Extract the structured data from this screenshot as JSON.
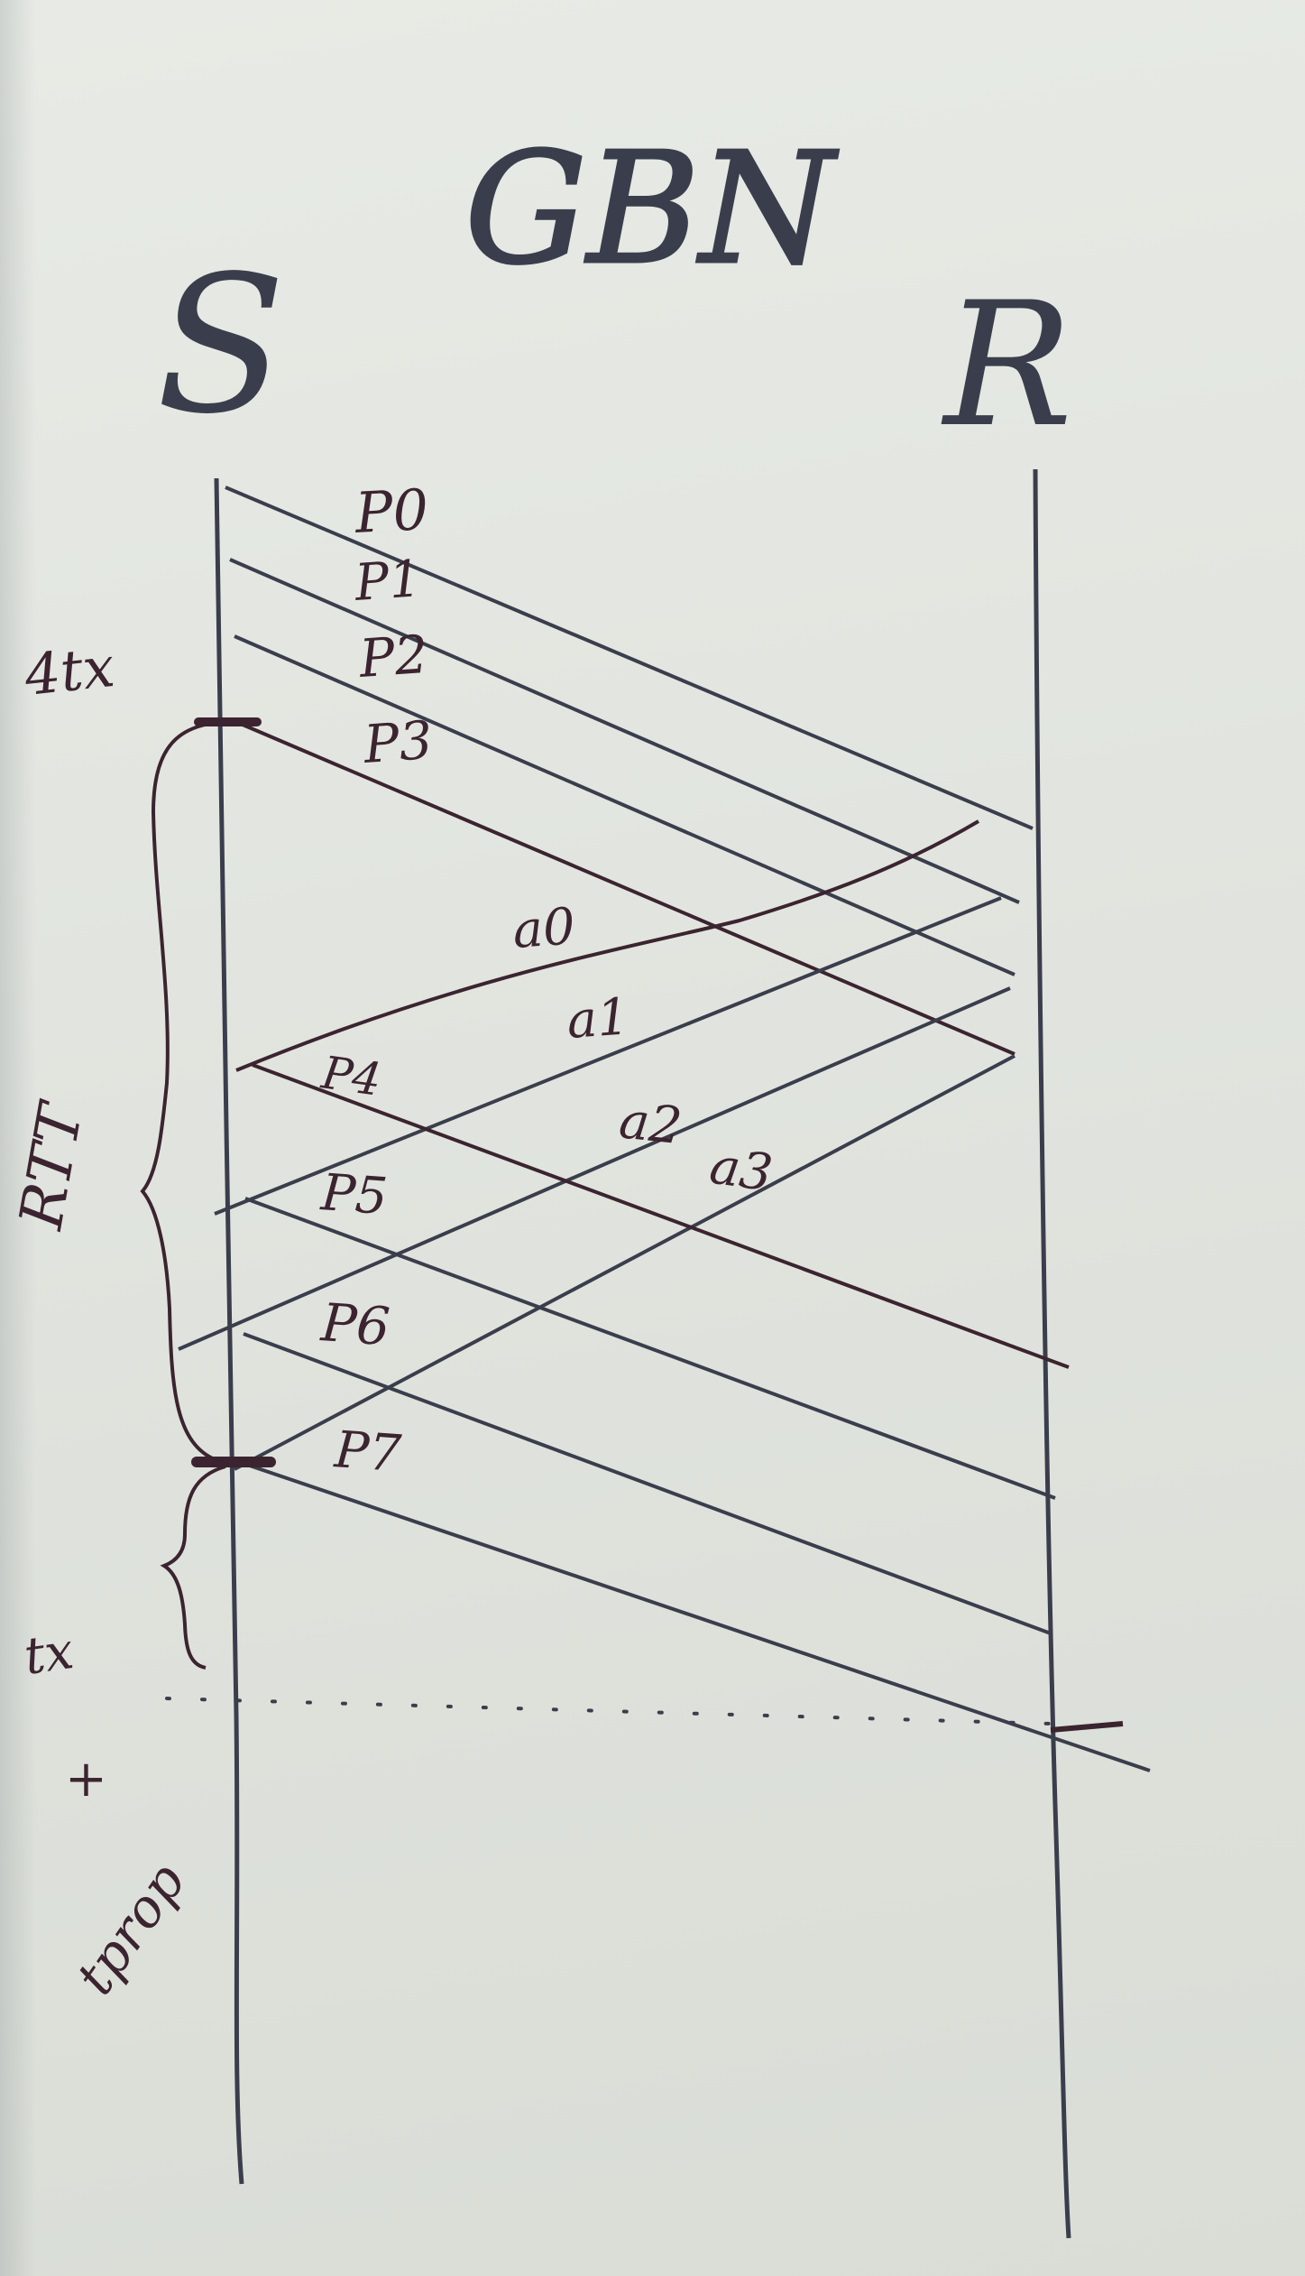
{
  "title": "GBN",
  "nodes": {
    "sender": "S",
    "receiver": "R"
  },
  "packets": [
    "P0",
    "P1",
    "P2",
    "P3",
    "P4",
    "P5",
    "P6",
    "P7"
  ],
  "acks": [
    "a0",
    "a1",
    "a2",
    "a3"
  ],
  "annotations": {
    "four_tx": "4tx",
    "rtt": "RTT",
    "tx": "tx",
    "plus": "+",
    "tprop": "tprop"
  },
  "colors": {
    "paper": "#e2e5df",
    "ink_gray": "#3a3e4c",
    "ink_maroon": "#3b2430"
  }
}
